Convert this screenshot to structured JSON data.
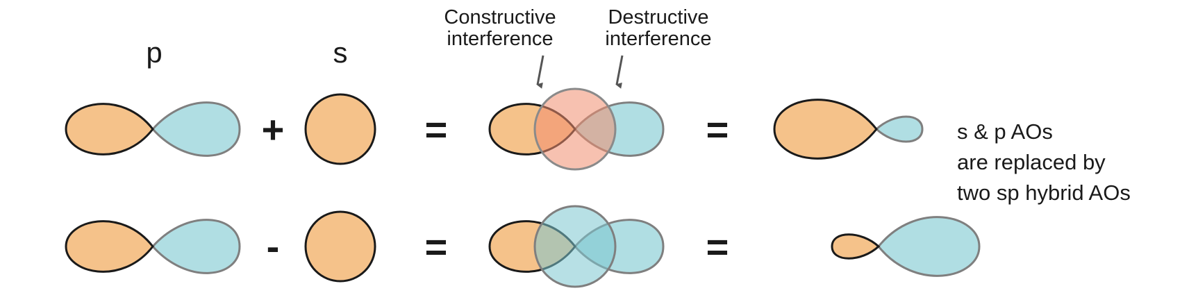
{
  "colors": {
    "orange": "#F5C28A",
    "blue": "#B0DEE3",
    "overlap_orange": "#EE9A6C",
    "pink_circle": "#F3A890",
    "teal_circle": "#8FCFD6",
    "outline_dark": "#1a1a1a",
    "outline_gray": "#7f7f7f"
  },
  "headers": {
    "p": "p",
    "s": "s"
  },
  "annotations": {
    "constructive_line1": "Constructive",
    "constructive_line2": "interference",
    "destructive_line1": "Destructive",
    "destructive_line2": "interference"
  },
  "operators": {
    "plus": "+",
    "minus": "-",
    "equals": "="
  },
  "note": {
    "line1": "s & p  AOs",
    "line2": "are replaced by",
    "line3": "two sp hybrid AOs"
  }
}
